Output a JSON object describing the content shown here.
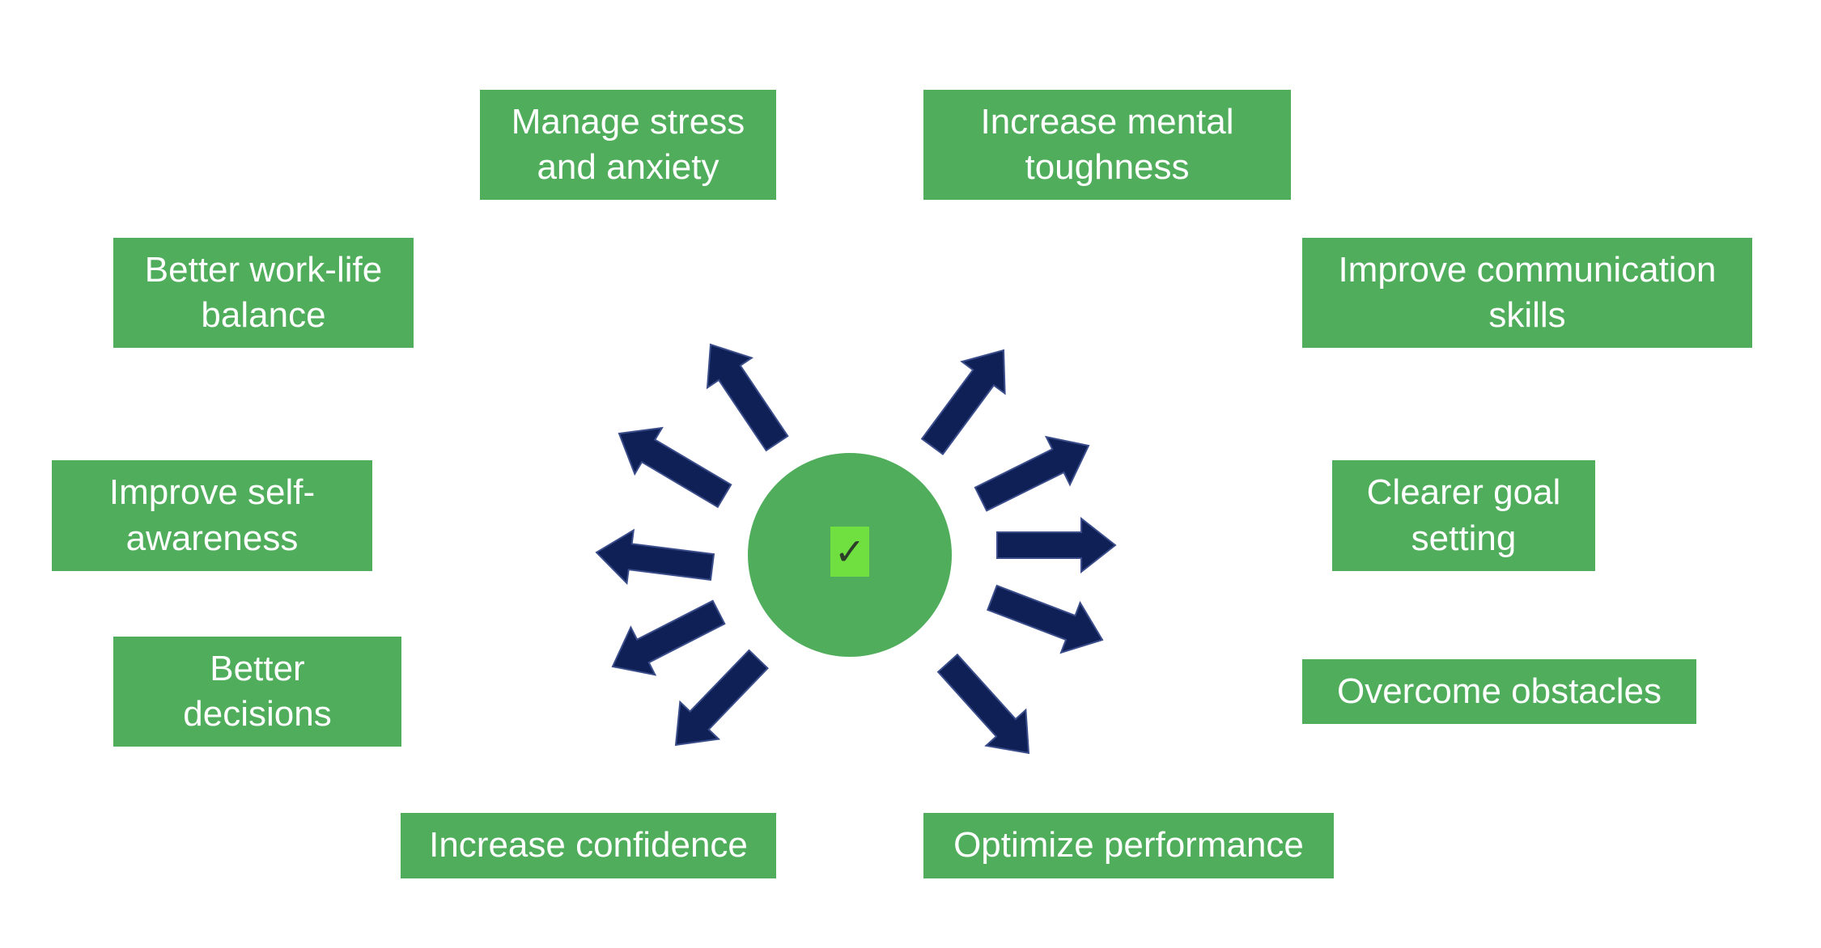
{
  "diagram": {
    "center_icon": "check-mark-icon",
    "center_symbol": "✓",
    "colors": {
      "box_fill": "#4FAD5B",
      "box_text": "#FFFFFF",
      "center_fill": "#4FAD5B",
      "check_background": "#6FE040",
      "arrow_fill": "#0F2057"
    },
    "benefits": [
      {
        "id": "manage-stress",
        "label": "Manage stress\nand anxiety"
      },
      {
        "id": "increase-mental-toughness",
        "label": "Increase mental\ntoughness"
      },
      {
        "id": "better-work-life-balance",
        "label": "Better work-life\nbalance"
      },
      {
        "id": "improve-communication-skills",
        "label": "Improve communication\nskills"
      },
      {
        "id": "improve-self-awareness",
        "label": "Improve self-\nawareness"
      },
      {
        "id": "clearer-goal-setting",
        "label": "Clearer goal\nsetting"
      },
      {
        "id": "better-decisions",
        "label": "Better\ndecisions"
      },
      {
        "id": "overcome-obstacles",
        "label": "Overcome obstacles"
      },
      {
        "id": "increase-confidence",
        "label": "Increase confidence"
      },
      {
        "id": "optimize-performance",
        "label": "Optimize performance"
      }
    ]
  }
}
